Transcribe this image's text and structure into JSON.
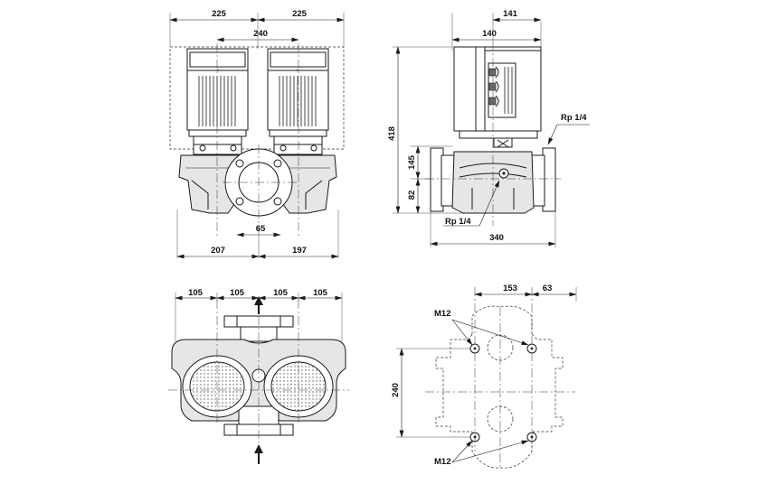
{
  "dimensions": {
    "front_left_width": "225",
    "front_right_width": "225",
    "front_motor_spacing": "240",
    "front_port_size": "65",
    "front_left_base": "207",
    "front_right_base": "197",
    "side_top": "141",
    "side_motor": "140",
    "side_height_total": "418",
    "side_height_mid": "145",
    "side_height_low": "82",
    "side_base_length": "340",
    "top_seg_1": "105",
    "top_seg_2": "105",
    "top_seg_3": "105",
    "top_seg_4": "105",
    "bolt_spacing_x": "153",
    "bolt_offset": "63",
    "bolt_spacing_y": "240"
  },
  "labels": {
    "rp_top": "Rp 1/4",
    "rp_bottom": "Rp 1/4",
    "m12_top": "M12",
    "m12_bottom": "M12"
  }
}
